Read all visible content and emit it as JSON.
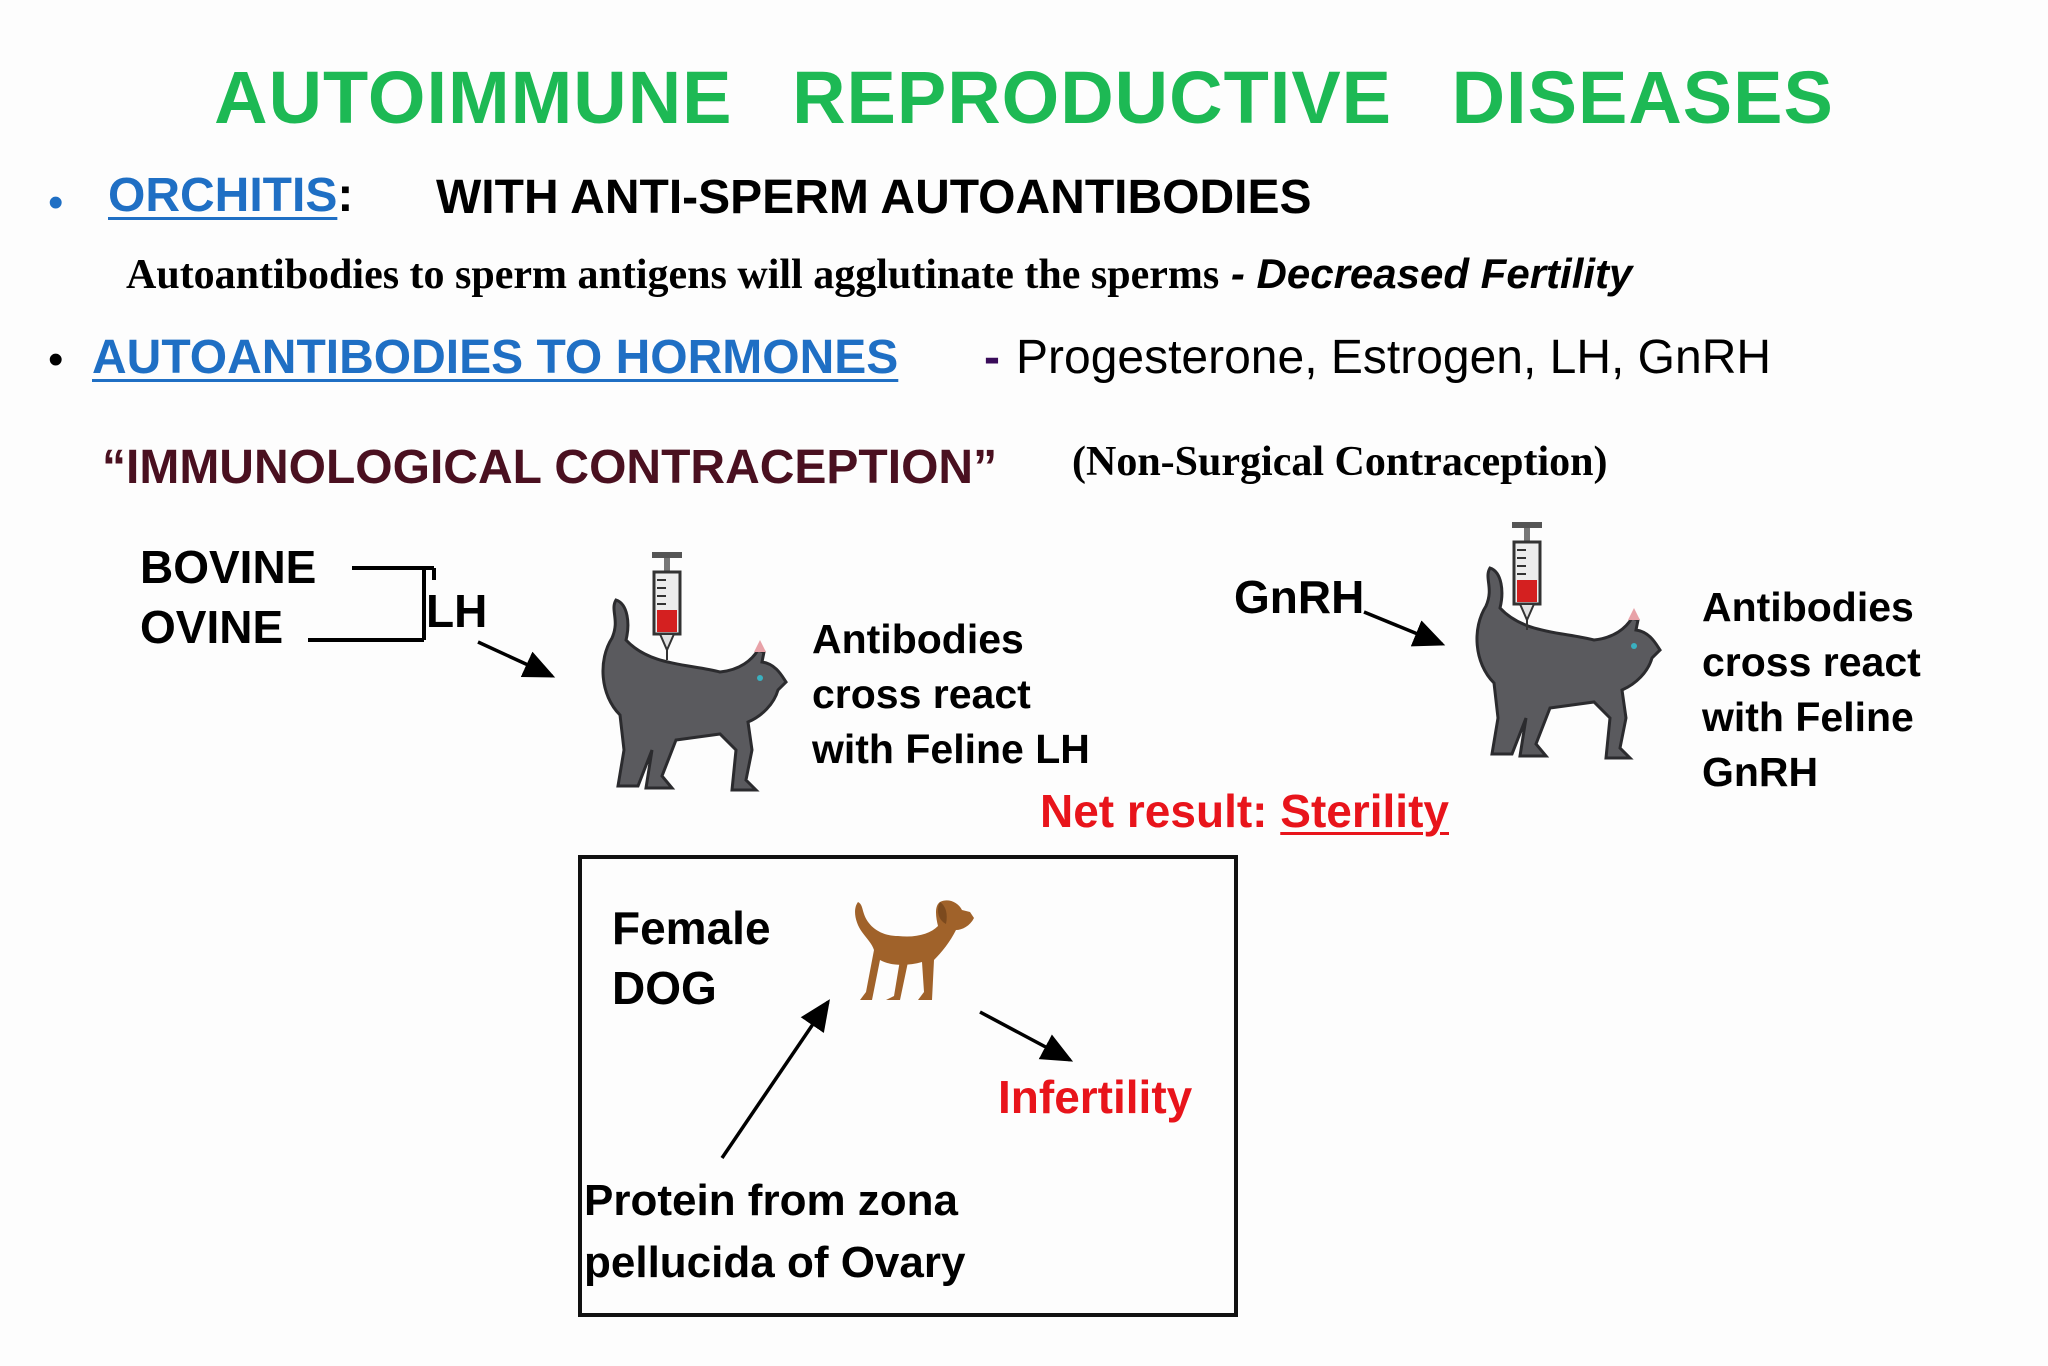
{
  "slide": {
    "title": "AUTOIMMUNE   REPRODUCTIVE   DISEASES",
    "bullet_glyph": "•",
    "orchitis": {
      "label": "ORCHITIS",
      "colon": ":",
      "text": "WITH ANTI-SPERM AUTOANTIBODIES",
      "detail": "Autoantibodies to sperm antigens will agglutinate the sperms",
      "detail_suffix": "- Decreased Fertility"
    },
    "hormones": {
      "label": "AUTOANTIBODIES TO  HORMONES",
      "dash": "-",
      "text": "Progesterone, Estrogen, LH, GnRH"
    },
    "contraception": {
      "heading": "“IMMUNOLOGICAL CONTRACEPTION”",
      "subheading": "(Non-Surgical Contraception)"
    },
    "lh_diagram": {
      "source1": "BOVINE",
      "source2": "OVINE",
      "hormone": "LH",
      "result_line1": "Antibodies",
      "result_line2": "cross react",
      "result_line3": "with  Feline LH"
    },
    "gnrh_diagram": {
      "hormone": "GnRH",
      "result_line1": "Antibodies",
      "result_line2": "cross react",
      "result_line3": "with Feline",
      "result_line4": "GnRH"
    },
    "net_result": {
      "prefix": "Net result: ",
      "value": "Sterility"
    },
    "dog_box": {
      "subject_line1": "Female",
      "subject_line2": "DOG",
      "outcome": "Infertility",
      "source_line1": "Protein from zona",
      "source_line2": "pellucida of Ovary"
    }
  },
  "icons": [
    "syringe-icon",
    "cat-icon",
    "dog-icon"
  ],
  "colors": {
    "title": "#1db954",
    "link_blue": "#1f6fc4",
    "maroon": "#4a1020",
    "red": "#e8141b",
    "cat_gray": "#5a5a5e",
    "dog_brown": "#a0622a"
  }
}
